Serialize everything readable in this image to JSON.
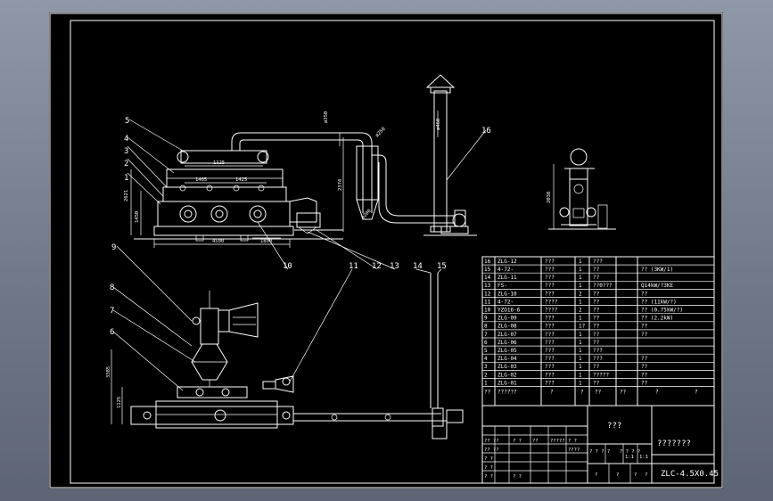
{
  "drawing": {
    "title_block": {
      "drawing_number": "ZLC-4.5X0.45",
      "name_cell": "???",
      "company_cell": "???????",
      "header": {
        "seq": "??",
        "code": "??????",
        "name": "?",
        "qty": "?",
        "material": "??",
        "weight": "??",
        "remark": "?",
        "note": "?"
      },
      "small_cells": [
        "?? ??",
        "? ?",
        "??",
        "?????",
        "????",
        "?? ??",
        "? ? ? ?",
        "? ? ? ?",
        "1:1",
        "1:1",
        "? ?",
        "? ?",
        "?",
        "?",
        "?",
        "?",
        "? ?",
        "? ?",
        "? ?"
      ]
    },
    "parts_list": [
      {
        "no": "16",
        "code": "ZLG-12",
        "name": "???",
        "qty": "1",
        "mat": "???",
        "note": ""
      },
      {
        "no": "15",
        "code": "4-72-",
        "name": "???",
        "qty": "1",
        "mat": "??",
        "note": "?? (3KW/1)"
      },
      {
        "no": "14",
        "code": "ZLG-11",
        "name": "???",
        "qty": "1",
        "mat": "??",
        "note": ""
      },
      {
        "no": "13",
        "code": "FS-",
        "name": "???",
        "qty": "1",
        "mat": "??0???",
        "note": "Q14kW/?3KE"
      },
      {
        "no": "12",
        "code": "ZLG-10",
        "name": "???",
        "qty": "2",
        "mat": "??",
        "note": "??"
      },
      {
        "no": "11",
        "code": "4-72-",
        "name": "????",
        "qty": "1",
        "mat": "??",
        "note": "?? (11kW/?)"
      },
      {
        "no": "10",
        "code": "YZO16-6",
        "name": "????",
        "qty": "2",
        "mat": "??",
        "note": "?? (0.75kW/?)"
      },
      {
        "no": "9",
        "code": "ZLG-09",
        "name": "???",
        "qty": "1",
        "mat": "??",
        "note": "?? (2.2kW)"
      },
      {
        "no": "8",
        "code": "ZLG-08",
        "name": "???",
        "qty": "1?",
        "mat": "??",
        "note": "??"
      },
      {
        "no": "7",
        "code": "ZLG-07",
        "name": "???",
        "qty": "1",
        "mat": "??",
        "note": "??"
      },
      {
        "no": "6",
        "code": "ZLG-06",
        "name": "???",
        "qty": "1",
        "mat": "??",
        "note": ""
      },
      {
        "no": "5",
        "code": "ZLG-05",
        "name": "???",
        "qty": "1",
        "mat": "???",
        "note": ""
      },
      {
        "no": "4",
        "code": "ZLG-04",
        "name": "???",
        "qty": "1",
        "mat": "???",
        "note": "??"
      },
      {
        "no": "3",
        "code": "ZLG-03",
        "name": "???",
        "qty": "1",
        "mat": "??",
        "note": "??"
      },
      {
        "no": "2",
        "code": "ZLG-02",
        "name": "???",
        "qty": "1",
        "mat": "?????",
        "note": "??"
      },
      {
        "no": "1",
        "code": "ZLG-01",
        "name": "???",
        "qty": "1",
        "mat": "??",
        "note": "??"
      }
    ],
    "leader_labels": [
      "1",
      "2",
      "3",
      "4",
      "5",
      "6",
      "7",
      "8",
      "9",
      "10",
      "11",
      "12",
      "13",
      "14",
      "15",
      "16"
    ],
    "dimensions": {
      "d4500": "4500",
      "d1800": "1800",
      "d1405": "1405",
      "d1425": "1425",
      "d1125": "1125",
      "d2621": "2621",
      "d1450": "1450",
      "d2374": "2374",
      "d350": "ø350",
      "d250": "ø250",
      "d2460": "ø460",
      "d200": "ø200",
      "d2038": "2038",
      "d3385": "3385",
      "d1125b": "1125"
    }
  }
}
